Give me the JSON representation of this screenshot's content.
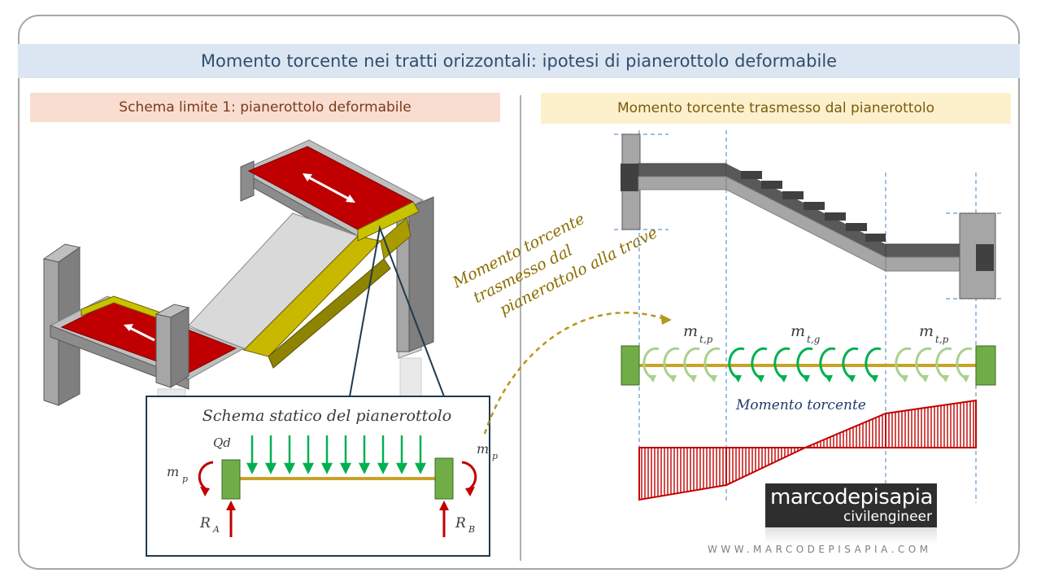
{
  "slide": {
    "title": "Momento torcente nei tratti orizzontali: ipotesi di pianerottolo deformabile",
    "left_panel_title": "Schema limite 1: pianerottolo deformabile",
    "right_panel_title": "Momento torcente trasmesso dal pianerottolo"
  },
  "left": {
    "inset_title": "Schema statico del pianerottolo",
    "load_label": "Qd",
    "moment_left": "m",
    "moment_left_sub": "p",
    "moment_right": "m",
    "moment_right_sub": "p",
    "reaction_a": "R",
    "reaction_a_sub": "A",
    "reaction_b": "R",
    "reaction_b_sub": "B"
  },
  "annotation": {
    "line1": "Momento torcente",
    "line2": "trasmesso dal",
    "line3": "pianerottolo alla trave"
  },
  "right": {
    "mt_p_left": "m",
    "mt_p_left_sub": "t,p",
    "mt_g": "m",
    "mt_g_sub": "t,g",
    "mt_p_right": "m",
    "mt_p_right_sub": "t,p",
    "torque_diagram_label": "Momento torcente"
  },
  "branding": {
    "logo_line1": "marcodepisapia",
    "logo_line2": "civilengineer",
    "website": "WWW.MARCODEPISAPIA.COM"
  },
  "colors": {
    "title_bg": "#dce6f2",
    "left_title_bg": "#f9ddd0",
    "right_title_bg": "#fdf1cc",
    "landing_red": "#c00000",
    "beam_gold": "#c9a227",
    "support_green": "#70ad47",
    "arrow_green": "#00b050",
    "arrow_lightgreen": "#a9d18e",
    "torque_red": "#c00000"
  }
}
